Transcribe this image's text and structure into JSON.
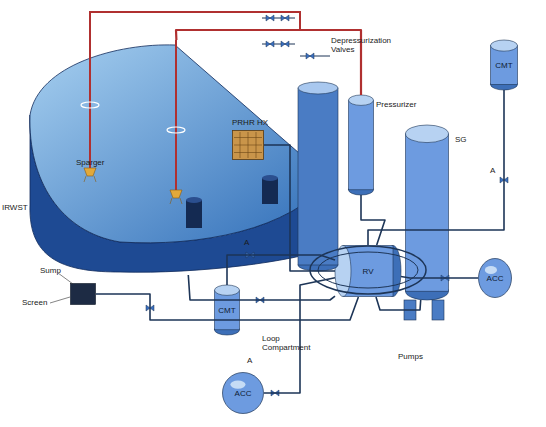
{
  "diagram": {
    "nodes": [
      {
        "text": [
          "IRWST"
        ]
      },
      {
        "text": [
          "PRHR HX"
        ]
      },
      {
        "text": [
          "Pressurizer"
        ]
      },
      {
        "text": [
          "SG"
        ]
      },
      {
        "text": [
          "CMT"
        ]
      },
      {
        "text": [
          "ACC"
        ]
      },
      {
        "text": [
          "RV"
        ]
      },
      {
        "text": [
          "CMT"
        ]
      },
      {
        "text": [
          "ACC"
        ]
      },
      {
        "text": [
          "Screen"
        ]
      }
    ],
    "edges": [
      {
        "from": 2,
        "to": 0,
        "arrow": "none"
      },
      {
        "from": 1,
        "to": 6,
        "arrow": "none"
      },
      {
        "from": 3,
        "to": 6,
        "arrow": "none"
      },
      {
        "from": 4,
        "to": 6,
        "arrow": "none"
      },
      {
        "from": 5,
        "to": 6,
        "arrow": "none"
      },
      {
        "from": 7,
        "to": 6,
        "arrow": "none"
      },
      {
        "from": 8,
        "to": 6,
        "arrow": "none"
      },
      {
        "from": 0,
        "to": 6,
        "arrow": "none"
      },
      {
        "from": 9,
        "to": 6,
        "arrow": "none"
      },
      {
        "from": 2,
        "to": 6,
        "arrow": "none"
      }
    ],
    "labels": [
      "Depressurization Valves",
      "Sparger",
      "Pumps",
      "Loop Compartment",
      "Sump",
      "A",
      "A",
      "A"
    ]
  }
}
